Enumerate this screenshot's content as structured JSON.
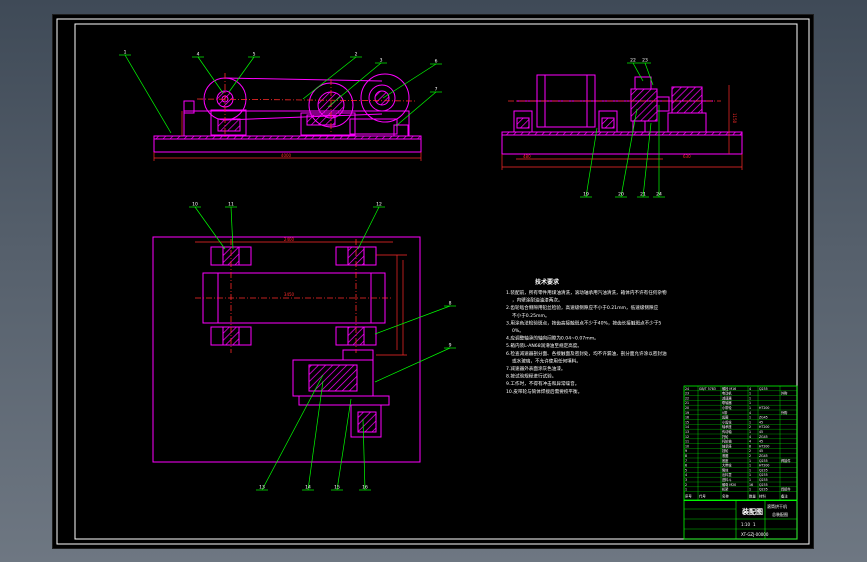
{
  "viewer": {
    "background": "#000000",
    "colors": {
      "frame": "#ffffff",
      "outline": "#ff00ff",
      "leader": "#00ff00",
      "hatch": "#ff00ff",
      "center": "#ff2a2a",
      "dimension": "#ff2a2a",
      "text": "#ffffff",
      "table": "#00ff00"
    }
  },
  "drawing": {
    "front_view": {
      "balloons": [
        "1",
        "4",
        "5",
        "2",
        "3",
        "6",
        "7"
      ],
      "overall_dim": "4000"
    },
    "side_view": {
      "balloons": [
        "19",
        "20",
        "21",
        "22",
        "23",
        "24"
      ],
      "height_dim": "1150",
      "dims": [
        "480",
        "630"
      ]
    },
    "plan_view": {
      "balloons": [
        "10",
        "11",
        "12",
        "8",
        "9",
        "13",
        "14",
        "15",
        "16"
      ],
      "width_dim": "2400",
      "drum_dim": "3450"
    }
  },
  "notes": {
    "title": "技术要求",
    "items": [
      "1.装配前，所有零件用煤油清洗，滚动轴承用汽油清洗，箱体内不许有任何杂物，内壁涂耐油油漆两次。",
      "2.齿轮啮合侧隙用铅丝检验，高速级侧隙应不小于0.21mm，低速级侧隙应不小于0.25mm。",
      "3.用涂色法检验斑点，按齿高接触斑点不少于40%，按齿长接触斑点不少于50%。",
      "4.应调整轴承的轴向间隙为0.04~0.07mm。",
      "5.箱内装L-AN68润滑油至规定高度。",
      "6.检查减速器剖分面、各接触面及密封处，均不许漏油，剖分面允许涂以密封油或水玻璃，不允许使用任何填料。",
      "7.减速器外表面涂灰色油漆。",
      "8.按试验规程进行试验。",
      "9.工作时，不得有冲击和异常噪音。",
      "10.皮带轮与筒体焊接后需要校平衡。"
    ]
  },
  "title_block": {
    "drawing_title": "装配图",
    "product": "滚筒烘干机",
    "drawing_no": "总装配图",
    "scale": "1:10",
    "sheet": "1",
    "code": "XT-GZJ-00000"
  },
  "parts_list": {
    "columns": [
      "序号",
      "代号",
      "名称",
      "数量",
      "材料",
      "备注"
    ],
    "rows": [
      [
        "24",
        "GB/T 5783",
        "螺栓 M16",
        "4",
        "Q235",
        ""
      ],
      [
        "23",
        "",
        "电动机",
        "1",
        "",
        "外购"
      ],
      [
        "22",
        "",
        "减速器",
        "1",
        "",
        ""
      ],
      [
        "21",
        "",
        "联轴器",
        "1",
        "",
        ""
      ],
      [
        "20",
        "",
        "小带轮",
        "1",
        "HT200",
        ""
      ],
      [
        "19",
        "",
        "V带",
        "4",
        "",
        "外购"
      ],
      [
        "16",
        "",
        "齿圈",
        "1",
        "ZG45",
        ""
      ],
      [
        "15",
        "",
        "小齿轮",
        "1",
        "45",
        ""
      ],
      [
        "14",
        "",
        "轴承座",
        "2",
        "HT200",
        ""
      ],
      [
        "13",
        "",
        "传动轴",
        "1",
        "45",
        ""
      ],
      [
        "12",
        "",
        "托轮",
        "4",
        "ZG45",
        ""
      ],
      [
        "11",
        "",
        "托轮轴",
        "4",
        "45",
        ""
      ],
      [
        "10",
        "",
        "轴承座",
        "8",
        "HT200",
        ""
      ],
      [
        "9",
        "",
        "挡轮",
        "2",
        "45",
        ""
      ],
      [
        "8",
        "",
        "滚圈",
        "2",
        "ZG45",
        ""
      ],
      [
        "7",
        "",
        "底座",
        "1",
        "Q235",
        "焊接件"
      ],
      [
        "6",
        "",
        "大带轮",
        "1",
        "HT200",
        ""
      ],
      [
        "5",
        "",
        "筒体",
        "1",
        "Q235",
        ""
      ],
      [
        "4",
        "",
        "出料罩",
        "1",
        "Q235",
        ""
      ],
      [
        "3",
        "",
        "进料斗",
        "1",
        "Q235",
        ""
      ],
      [
        "2",
        "",
        "螺母 M20",
        "16",
        "Q235",
        ""
      ],
      [
        "1",
        "",
        "机架",
        "1",
        "Q235",
        "焊接件"
      ]
    ]
  }
}
